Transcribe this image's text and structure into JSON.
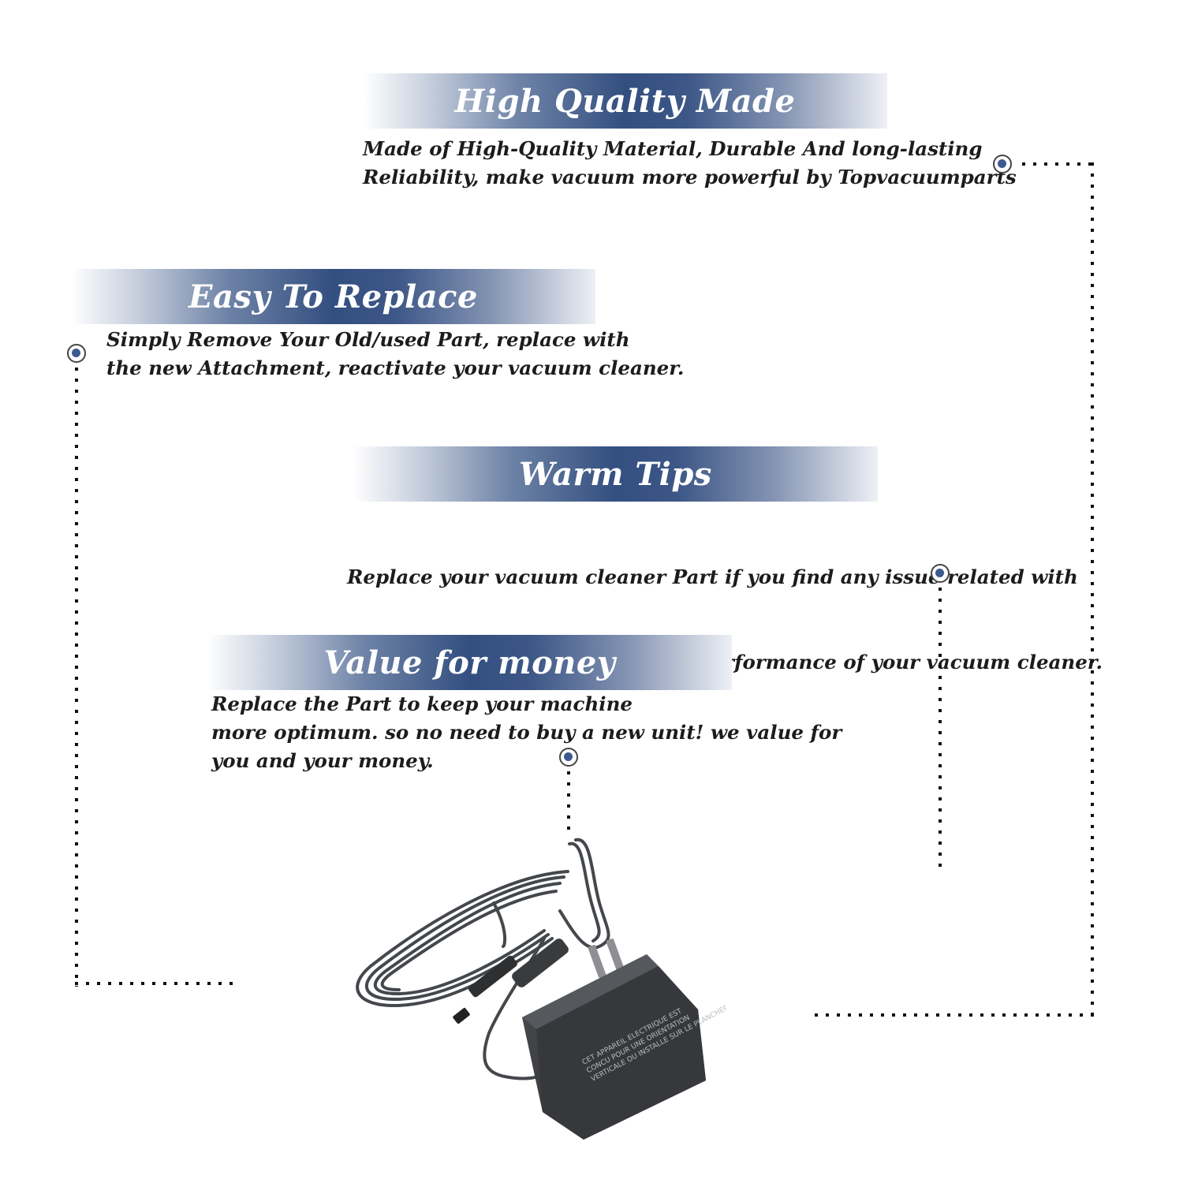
{
  "sections": [
    {
      "title": "High Quality Made",
      "lines": [
        "Made of  High-Quality Material, Durable And long-lasting",
        "Reliability, make vacuum more powerful by Topvacuumparts"
      ]
    },
    {
      "title": "Easy To Replace",
      "lines": [
        "Simply Remove Your Old/used Part, replace with",
        "the new Attachment, reactivate your vacuum cleaner."
      ]
    },
    {
      "title": "Warm Tips",
      "lines": [
        "Replace your vacuum cleaner Part if you find any issue related with",
        " attachment to ensure optimum performance of your vacuum cleaner."
      ]
    },
    {
      "title": "Value for money",
      "lines": [
        "Replace the Part to keep your machine",
        "more optimum. so no need to buy a new unit! we value for",
        "you and your money."
      ]
    }
  ],
  "adapter_label": {
    "lines": [
      "CET APPAREIL ELECTRIQUE EST",
      "CONCU POUR UNE ORIENTATION",
      "VERTICALE OU INSTALLE SUR LE PLANCHER"
    ]
  },
  "colors": {
    "banner_dark": "#334f80",
    "marker_fill": "#3c5a8f",
    "text": "#1c1c1c"
  }
}
